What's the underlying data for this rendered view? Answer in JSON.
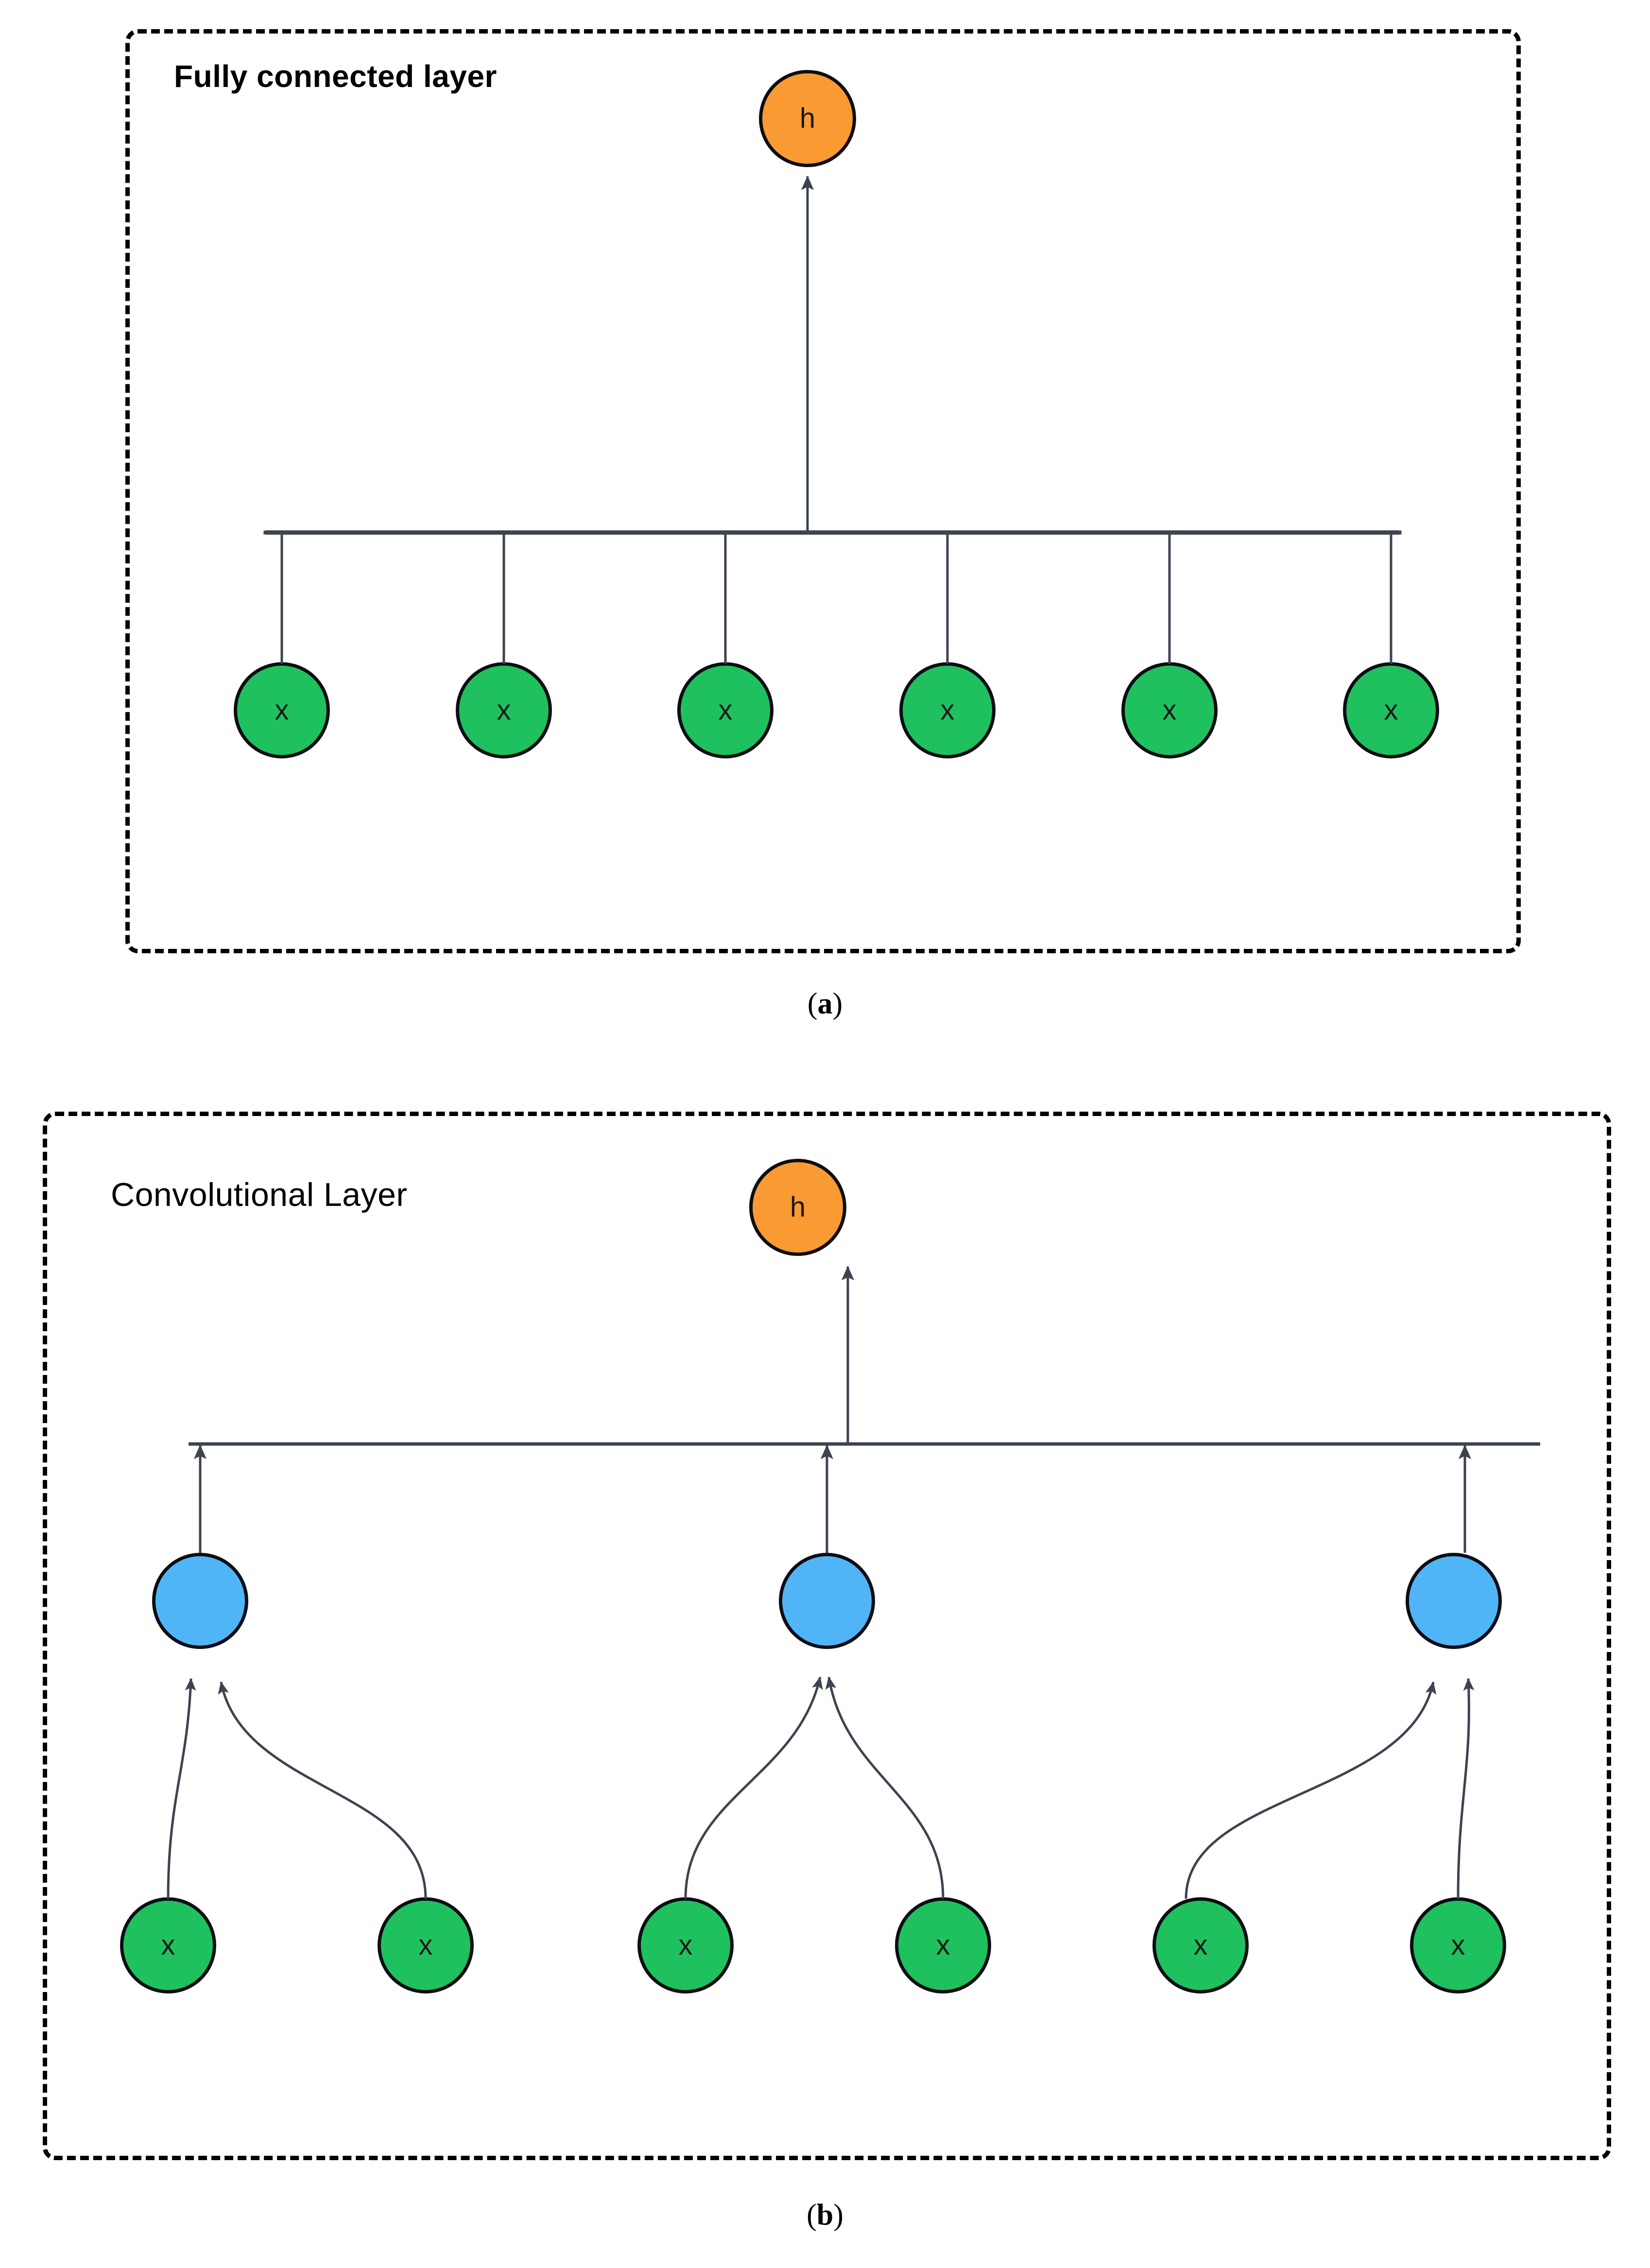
{
  "figure": {
    "type": "neural-network-architecture-comparison",
    "background_color": "#ffffff",
    "panels": [
      {
        "id": "a",
        "title": "Fully connected layer",
        "title_bold": true,
        "caption_prefix": "(",
        "caption_letter": "a",
        "caption_suffix": ")",
        "border_style": "dashed",
        "border_color": "#000000",
        "output_node": {
          "label": "h",
          "color": "#FA9A33"
        },
        "input_nodes": [
          {
            "label": "x",
            "color": "#1FC15E"
          },
          {
            "label": "x",
            "color": "#1FC15E"
          },
          {
            "label": "x",
            "color": "#1FC15E"
          },
          {
            "label": "x",
            "color": "#1FC15E"
          },
          {
            "label": "x",
            "color": "#1FC15E"
          },
          {
            "label": "x",
            "color": "#1FC15E"
          }
        ],
        "connection_style": "bus-bar-all-to-one",
        "input_count": 6,
        "hidden_count": 0
      },
      {
        "id": "b",
        "title": "Convolutional Layer",
        "title_bold": false,
        "caption_prefix": "(",
        "caption_letter": "b",
        "caption_suffix": ")",
        "border_style": "dashed",
        "border_color": "#000000",
        "output_node": {
          "label": "h",
          "color": "#FA9A33"
        },
        "hidden_nodes": [
          {
            "label": "",
            "color": "#50B5F7"
          },
          {
            "label": "",
            "color": "#50B5F7"
          },
          {
            "label": "",
            "color": "#50B5F7"
          }
        ],
        "input_nodes": [
          {
            "label": "x",
            "color": "#1FC15E"
          },
          {
            "label": "x",
            "color": "#1FC15E"
          },
          {
            "label": "x",
            "color": "#1FC15E"
          },
          {
            "label": "x",
            "color": "#1FC15E"
          },
          {
            "label": "x",
            "color": "#1FC15E"
          },
          {
            "label": "x",
            "color": "#1FC15E"
          }
        ],
        "connection_style": "local-receptive-fields-then-bus-bar",
        "input_count": 6,
        "hidden_count": 3,
        "kernel_size": 2
      }
    ],
    "colors": {
      "output_orange": "#FA9A33",
      "input_green": "#1FC15E",
      "hidden_blue": "#50B5F7",
      "node_stroke": "#0d0d14",
      "wire": "#3d4350",
      "panel_border": "#000000"
    }
  }
}
